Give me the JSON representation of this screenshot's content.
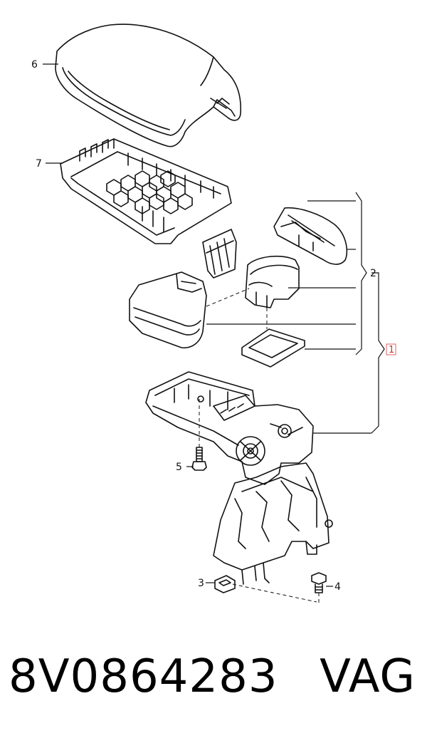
{
  "callouts": {
    "c1": "1",
    "c2": "2",
    "c3": "3",
    "c4": "4",
    "c5": "5",
    "c6": "6",
    "c7": "7"
  },
  "footer": {
    "part_number": "8V0864283",
    "brand": "VAG"
  },
  "colors": {
    "line": "#111111",
    "callout_box": "#e06060",
    "callout_text": "#c0392b"
  }
}
